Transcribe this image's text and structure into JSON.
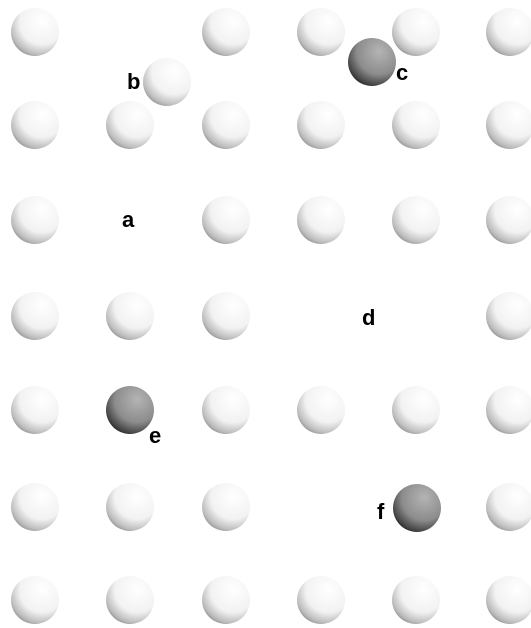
{
  "diagram": {
    "labels": {
      "a": "a",
      "b": "b",
      "c": "c",
      "d": "d",
      "e": "e",
      "f": "f"
    },
    "colors": {
      "host_atom": "#ffffff",
      "host_atom_shadow": "#6e6e6e",
      "impurity_atom": "#9a9a9a",
      "impurity_atom_shadow": "#000000"
    }
  }
}
